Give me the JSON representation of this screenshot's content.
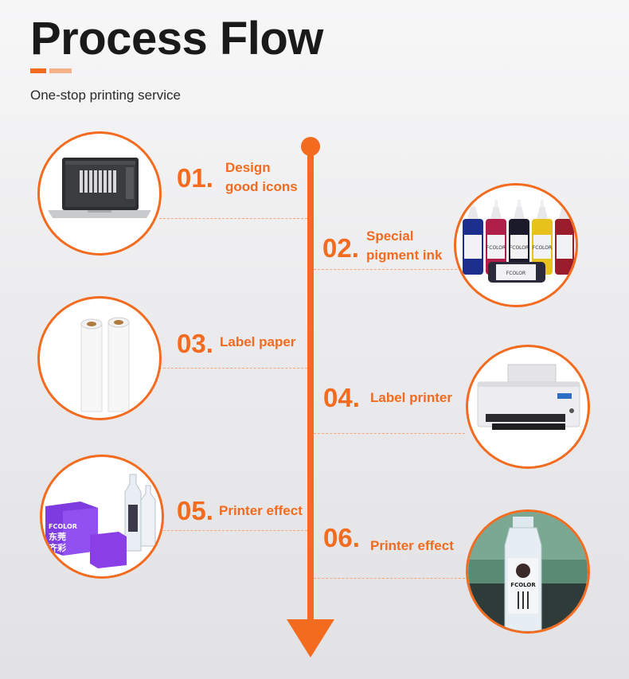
{
  "header": {
    "title": "Process Flow",
    "subtitle": "One-stop printing service"
  },
  "colors": {
    "accent": "#f26b1f",
    "dash": "#f5a77a"
  },
  "steps": [
    {
      "number": "01.",
      "label_line1": "Design",
      "label_line2": "good icons",
      "icon": "laptop-image"
    },
    {
      "number": "02.",
      "label_line1": "Special",
      "label_line2": "pigment ink",
      "icon": "ink-bottles-image",
      "bottle_text": [
        "FCOLOR",
        "FCOLOR",
        "FCOLOR",
        "FCOLOR"
      ]
    },
    {
      "number": "03.",
      "label_line1": "Label paper",
      "icon": "paper-rolls-image"
    },
    {
      "number": "04.",
      "label_line1": "Label printer",
      "icon": "label-printer-image"
    },
    {
      "number": "05.",
      "label_line1": "Printer effect",
      "icon": "printed-boxes-image",
      "box_text": [
        "FCOLOR",
        "东莞",
        "齐彩"
      ]
    },
    {
      "number": "06.",
      "label_line1": "Printer effect",
      "icon": "printed-bottle-image",
      "bottle_text": "FCOLOR"
    }
  ]
}
